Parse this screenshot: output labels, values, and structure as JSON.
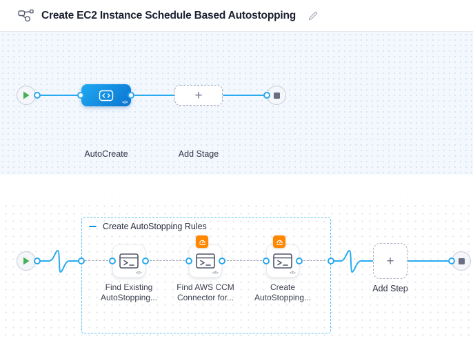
{
  "header": {
    "title": "Create EC2 Instance Schedule Based Autostopping"
  },
  "icons": {
    "header_icon": "pipeline-graph-icon",
    "edit_icon": "pencil-icon",
    "start_icon": "play-icon",
    "end_icon": "stop-icon",
    "step_icon": "shell-script-terminal-icon",
    "badge_icon": "ccm-gauge-icon",
    "collapse_icon": "minus-icon",
    "plus": "+",
    "code_glyph": "</>"
  },
  "stage_canvas": {
    "stage_label": "AutoCreate",
    "add_stage_label": "Add Stage"
  },
  "execution_canvas": {
    "group_label": "Create AutoStopping Rules",
    "steps": [
      {
        "line1": "Find Existing",
        "line2": "AutoStopping..."
      },
      {
        "line1": "Find AWS CCM",
        "line2": "Connector for..."
      },
      {
        "line1": "Create",
        "line2": "AutoStopping..."
      }
    ],
    "add_step_label": "Add Step"
  },
  "colors": {
    "line_blue": "#29abf0",
    "ring_blue": "#2ba7ee",
    "stage_gradient_start": "#1fa8f2",
    "stage_gradient_end": "#0b74d0",
    "group_border_blue": "#5cc3f0",
    "badge_orange": "#ff8800",
    "play_green": "#46b154",
    "stop_gray": "#696c83"
  }
}
